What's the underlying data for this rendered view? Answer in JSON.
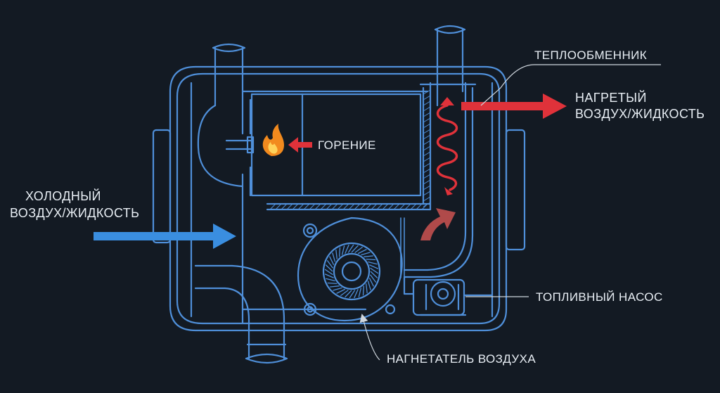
{
  "labels": {
    "cold_line1": "ХОЛОДНЫЙ",
    "cold_line2": "ВОЗДУХ/ЖИДКОСТЬ",
    "hot_line1": "НАГРЕТЫЙ",
    "hot_line2": "ВОЗДУХ/ЖИДКОСТЬ",
    "heat_exchanger": "ТЕПЛООБМЕННИК",
    "combustion": "ГОРЕНИЕ",
    "fuel_pump": "ТОПЛИВНЫЙ НАСОС",
    "air_blower": "НАГНЕТАТЕЛЬ ВОЗДУХА"
  },
  "colors": {
    "background": "#131a23",
    "line_blue": "#4f8fd9",
    "cold_arrow": "#3a8ee0",
    "hot_arrow": "#e0323a",
    "flow_arrow": "#b04a4a",
    "flame_orange": "#f28a1e",
    "flame_yellow": "#ffd25a",
    "text": "#e8eef4"
  },
  "icons": [
    "flame-icon",
    "coil-icon",
    "fan-icon",
    "pump-icon"
  ]
}
